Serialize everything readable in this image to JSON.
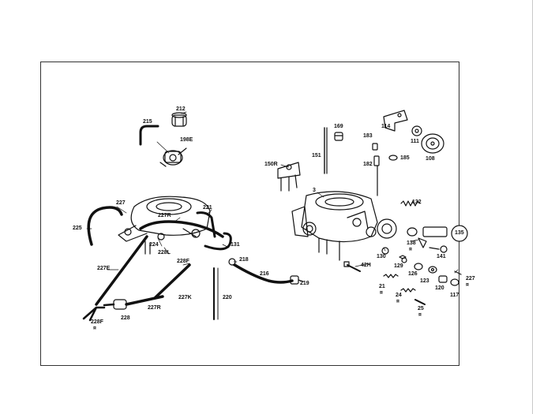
{
  "diagram": {
    "labels": {
      "l212": "212",
      "l215": "215",
      "l198E": "198E",
      "l227a": "227",
      "l227R": "227R",
      "l221": "221",
      "l225": "225",
      "l224": "224",
      "l228L": "228L",
      "l228F": "228F",
      "l131": "131",
      "l218": "218",
      "l227E": "227E",
      "l216": "216",
      "l219": "219",
      "l227K": "227K",
      "l220": "220",
      "l227R2": "227R",
      "l228": "228",
      "l228F2": "228F",
      "l169": "169",
      "l114": "114",
      "l111": "111",
      "l183": "183",
      "l108": "108",
      "l150R": "150R",
      "l151": "151",
      "l182": "182",
      "l185": "185",
      "l3": "3",
      "l132": "132",
      "l135": "135",
      "l138": "138",
      "l141": "141",
      "l130": "130",
      "l42H": "42H",
      "l129": "129",
      "l126": "126",
      "l123": "123",
      "l120": "120",
      "l227b": "227",
      "l117": "117",
      "l21": "21",
      "l24": "24",
      "l25": "25"
    },
    "marker_symbol": "¤"
  }
}
